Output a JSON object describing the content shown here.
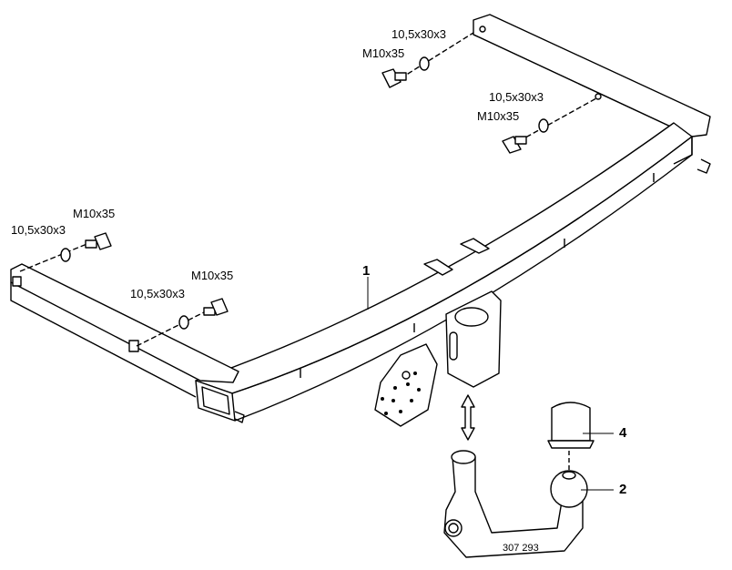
{
  "callouts": {
    "washer_top": "10,5x30x3",
    "bolt_top": "M10x35",
    "washer_right": "10,5x30x3",
    "bolt_right": "M10x35",
    "bolt_left": "M10x35",
    "washer_left": "10,5x30x3",
    "bolt_mid": "M10x35",
    "washer_mid": "10,5x30x3"
  },
  "parts": {
    "p1": "1",
    "p2": "2",
    "p4": "4"
  },
  "stamp": "307 293"
}
